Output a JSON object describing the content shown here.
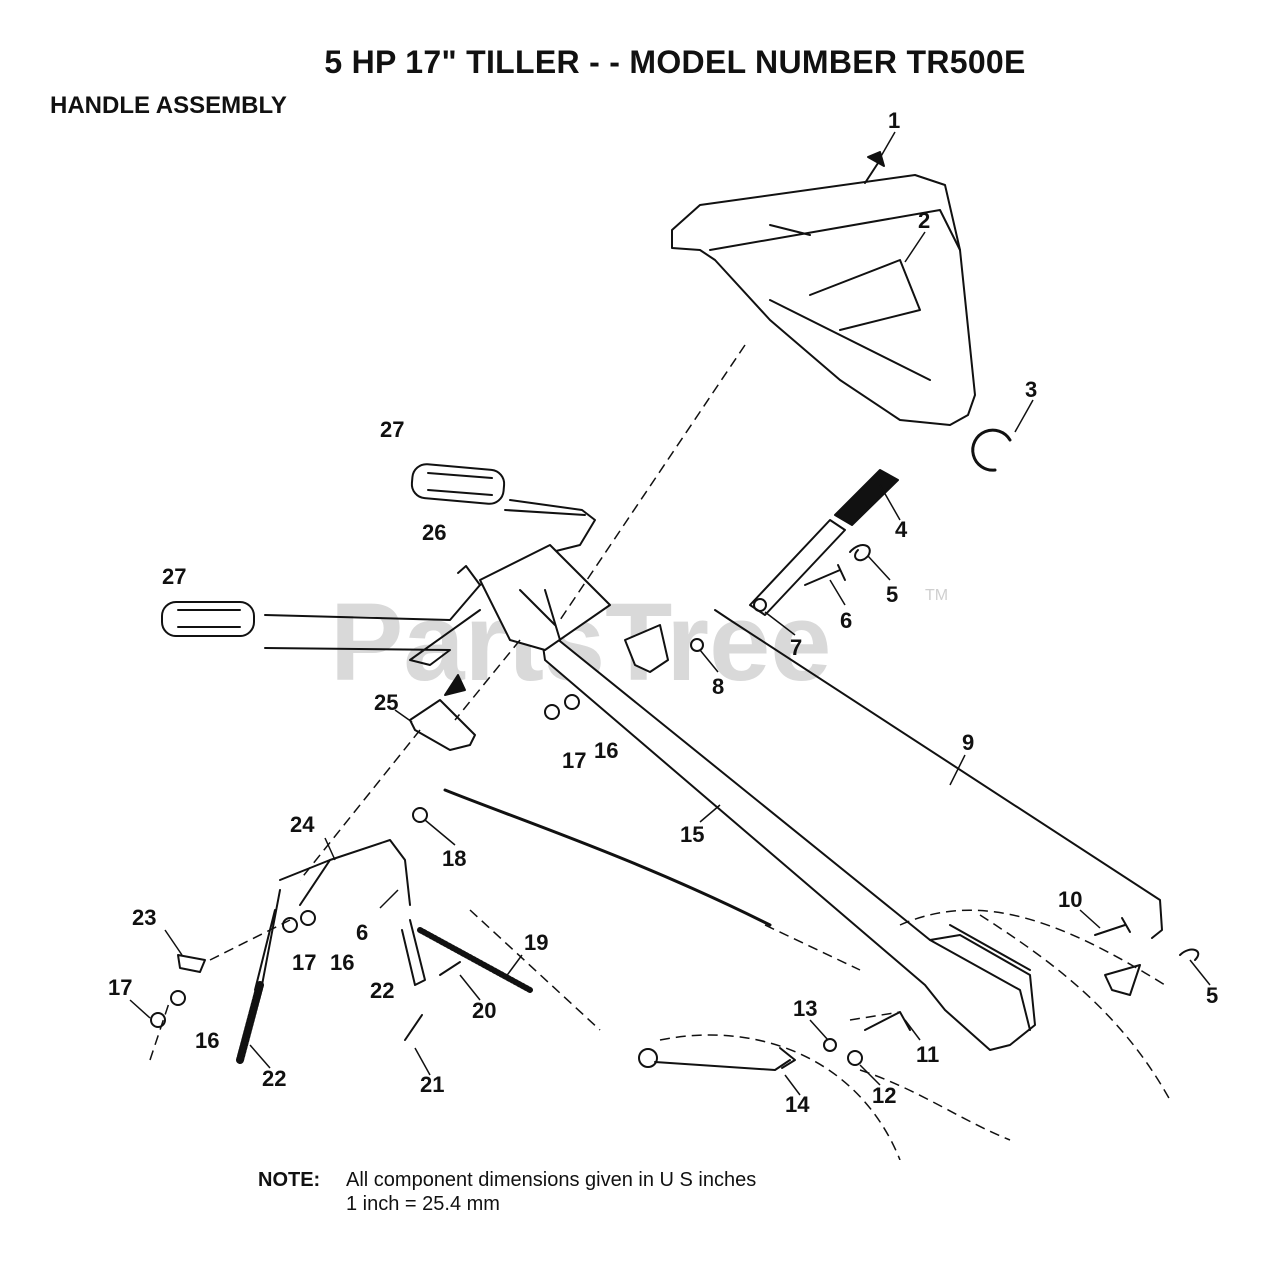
{
  "title": "5 HP 17\" TILLER - - MODEL NUMBER TR500E",
  "section": "HANDLE ASSEMBLY",
  "watermark": {
    "text": "PartsTree",
    "trademark": "TM"
  },
  "note": {
    "label": "NOTE:",
    "line1": "All component dimensions given in U S  inches",
    "line2": "1 inch = 25.4 mm"
  },
  "callouts": [
    "1",
    "2",
    "3",
    "4",
    "5",
    "6",
    "7",
    "8",
    "9",
    "27",
    "26",
    "27",
    "25",
    "17",
    "16",
    "15",
    "18",
    "24",
    "23",
    "17",
    "16",
    "6",
    "22",
    "19",
    "20",
    "17",
    "16",
    "22",
    "21",
    "10",
    "5",
    "13",
    "11",
    "12",
    "14"
  ],
  "colors": {
    "ink": "#111111",
    "watermark": "#d9d9d9"
  }
}
